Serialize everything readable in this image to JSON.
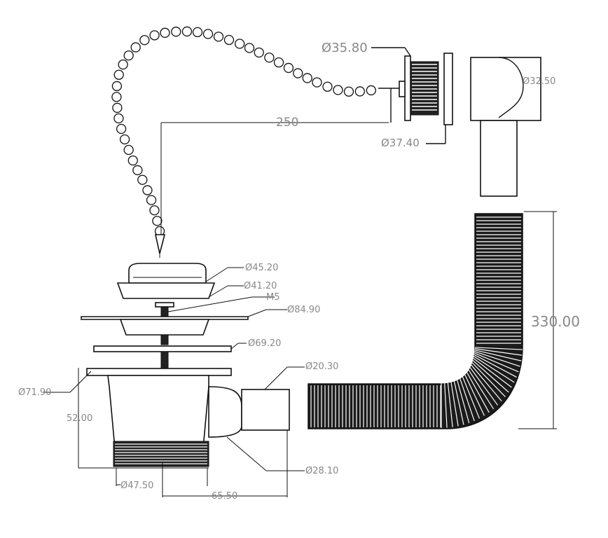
{
  "dimensions": {
    "top_plug_diameter": "Ø35.80",
    "overflow_thread_diameter": "Ø37.40",
    "overflow_elbow_diameter": "Ø32.50",
    "chain_length": "250",
    "hose_length": "330.00",
    "plug_top_diameter": "Ø45.20",
    "plug_body_diameter": "Ø41.20",
    "screw_thread": "M5",
    "flange_diameter": "Ø84.90",
    "washer_diameter": "Ø69.20",
    "outlet_flange_diameter": "Ø71.90",
    "outlet_pipe_diameter": "Ø20.30",
    "waste_height": "52.00",
    "outlet_end_diameter": "Ø28.10",
    "thread_diameter": "Ø47.50",
    "outlet_offset": "65.50"
  },
  "colors": {
    "line": "#111111",
    "dimension_text": "#888888",
    "fill_dark": "#222222"
  }
}
